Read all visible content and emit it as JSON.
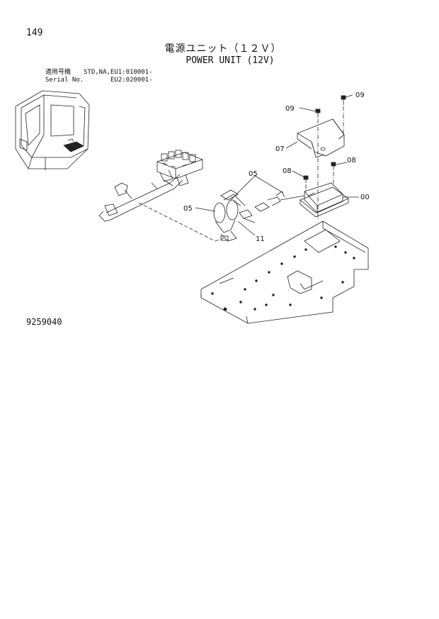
{
  "header": {
    "page_number": "149",
    "title_jp": "電源ユニット（１２Ｖ）",
    "title_en": "POWER UNIT (12V)"
  },
  "serial": {
    "label_jp": "適用号機",
    "label_en": "Serial No.",
    "line1_value": "STD,NA,EU1:010001-",
    "line2_value": "EU2:020001-"
  },
  "callouts": {
    "c09_left": "09",
    "c09_right": "09",
    "c07": "07",
    "c08_left": "08",
    "c08_right": "08",
    "c05_top": "05",
    "c05_left": "05",
    "c00": "00",
    "c11": "11"
  },
  "footer": {
    "drawing_number": "9259040"
  }
}
